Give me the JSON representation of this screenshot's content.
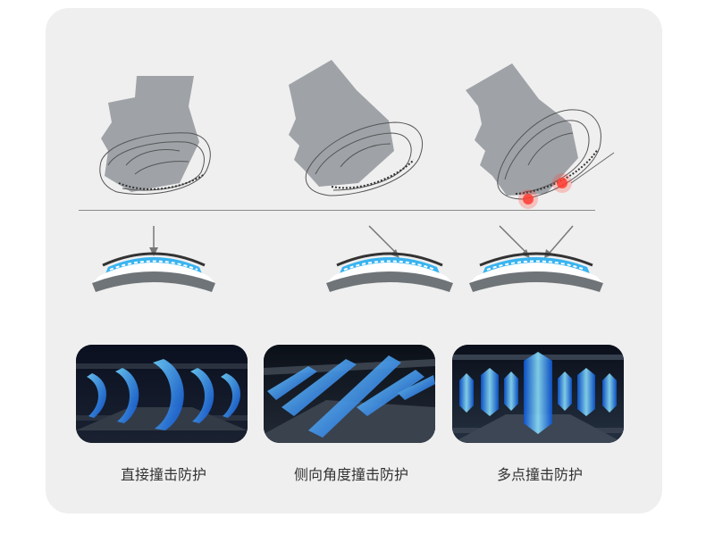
{
  "colors": {
    "card_background": "#efefef",
    "head_silhouette": "#9fa3a8",
    "padding_gray": "#6f7478",
    "cushion_blue": "#39b4f0",
    "impact_red": "#ff3b30",
    "caption_text": "#333333"
  },
  "panels": [
    {
      "caption": "直接撞击防护",
      "thumb_icon": "blue-wave-panels-icon",
      "impact_arrows": 1
    },
    {
      "caption": "侧向角度撞击防护",
      "thumb_icon": "blue-angled-panels-icon",
      "impact_arrows": 1
    },
    {
      "caption": "多点撞击防护",
      "thumb_icon": "blue-hexagon-cells-icon",
      "impact_arrows": 2
    }
  ]
}
